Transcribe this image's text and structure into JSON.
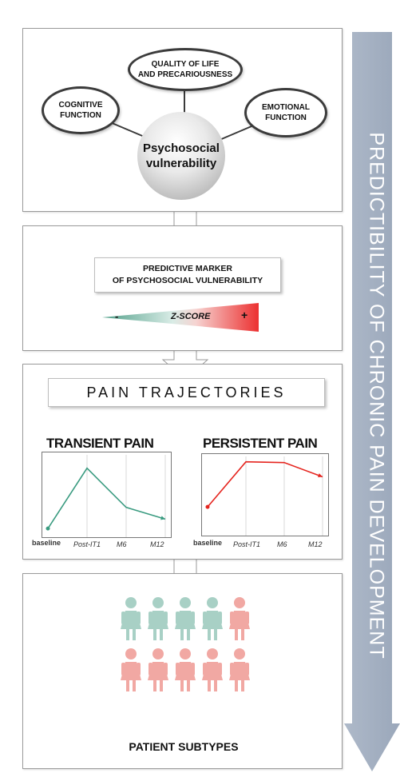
{
  "side_arrow": {
    "label": "PREDICTIBILITY OF CHRONIC PAIN DEVELOPMENT",
    "color": "#a6b2c3"
  },
  "panel1": {
    "center": "Psychosocial\nvulnerability",
    "nodes": {
      "top": "QUALITY OF LIFE\nAND PRECARIOUSNESS",
      "left": "COGNITIVE\nFUNCTION",
      "right": "EMOTIONAL\nFUNCTION"
    }
  },
  "panel2": {
    "marker": "PREDICTIVE MARKER\nOF PSYCHOSOCIAL VULNERABILITY",
    "zscore": {
      "label": "Z-SCORE",
      "minus": "-",
      "plus": "+",
      "low_color": "#5fa894",
      "high_color": "#ee3a3a"
    }
  },
  "panel3": {
    "heading": "PAIN TRAJECTORIES",
    "charts": [
      {
        "title": "TRANSIENT PAIN",
        "color": "#3a9b80",
        "categories": [
          "baseline",
          "Post-IT1",
          "M6",
          "M12"
        ],
        "values": [
          0.08,
          0.85,
          0.35,
          0.2
        ]
      },
      {
        "title": "PERSISTENT PAIN",
        "color": "#e5241e",
        "categories": [
          "baseline",
          "Post-IT1",
          "M6",
          "M12"
        ],
        "values": [
          0.35,
          0.95,
          0.94,
          0.75
        ]
      }
    ]
  },
  "panel4": {
    "label": "PATIENT SUBTYPES",
    "people": {
      "rows": [
        [
          "green",
          "green",
          "green",
          "green",
          "pink"
        ],
        [
          "pink",
          "pink",
          "pink",
          "pink",
          "pink"
        ]
      ],
      "colors": {
        "green": "#a8d0c5",
        "pink": "#f1a8a3"
      }
    }
  }
}
